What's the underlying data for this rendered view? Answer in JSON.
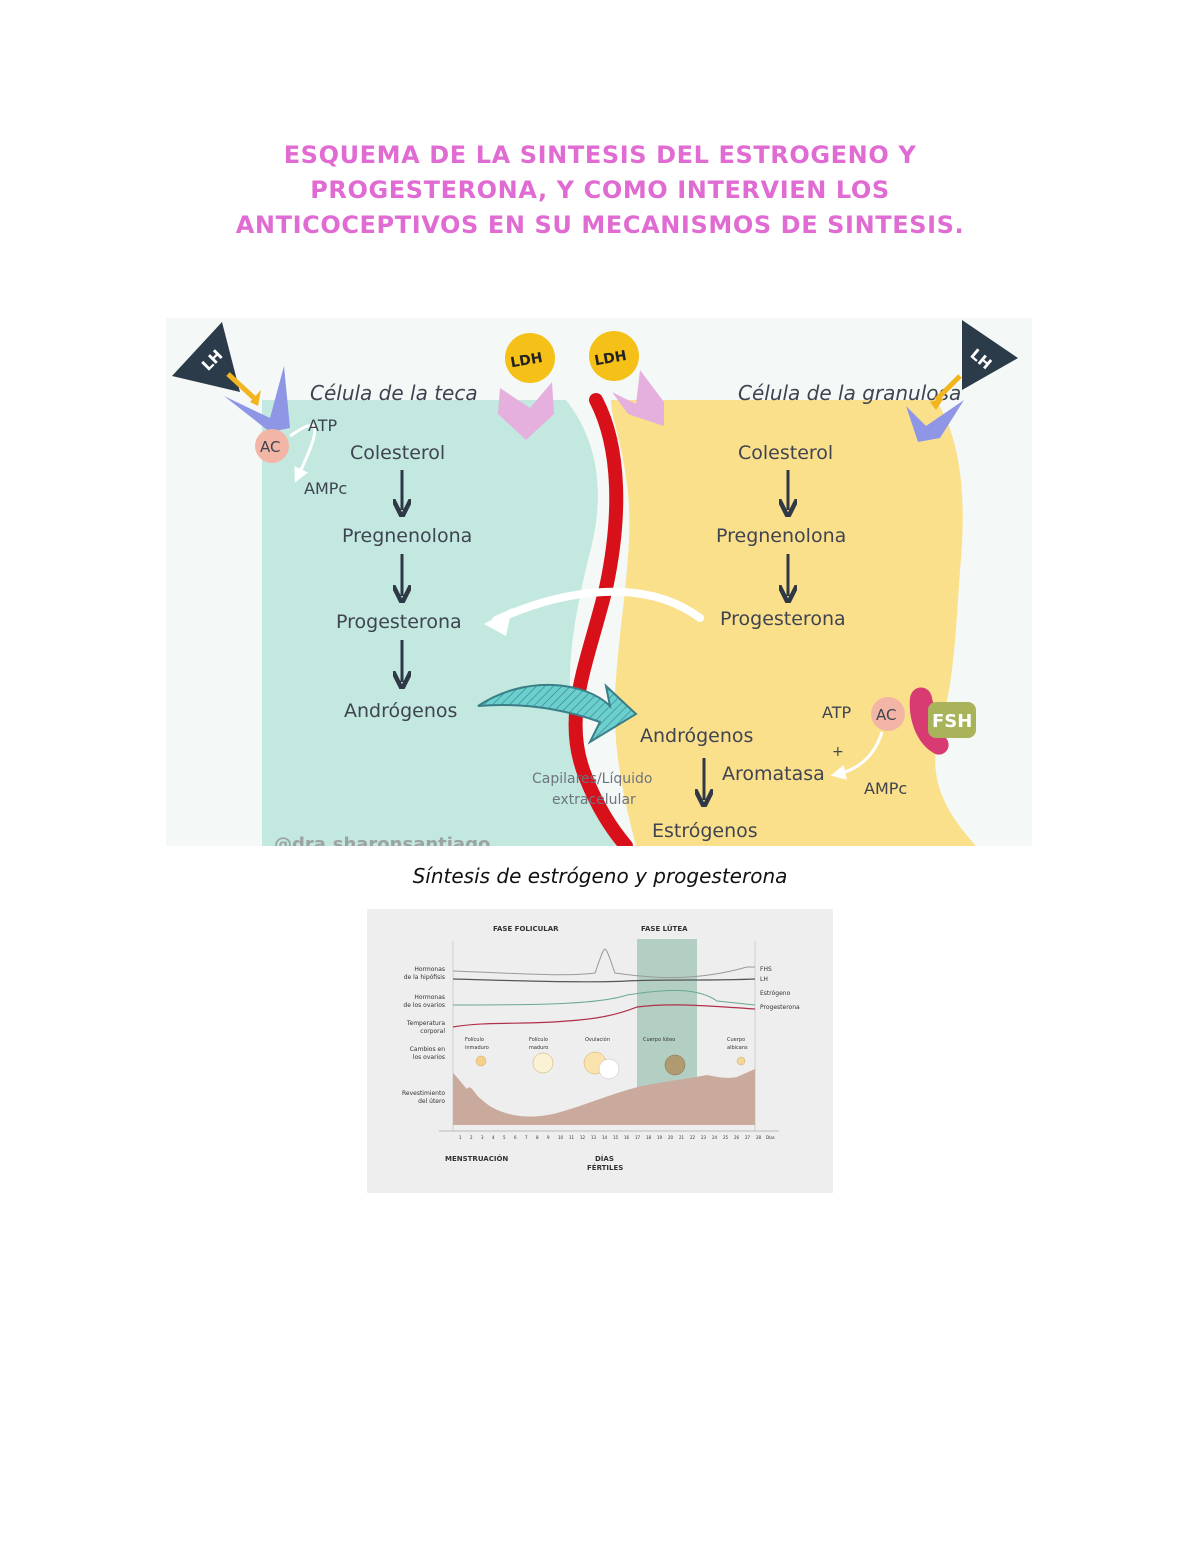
{
  "document": {
    "title_lines": [
      "ESQUEMA DE LA SINTESIS DEL ESTROGENO Y",
      "PROGESTERONA, Y COMO INTERVIEN LOS",
      "ANTICOCEPTIVOS EN SU MECANISMOS DE SINTESIS."
    ],
    "caption": "Síntesis de estrógeno y progesterona"
  },
  "figure1": {
    "theca_title": "Célula de la teca",
    "granulosa_title": "Célula de la granulosa",
    "lh_label": "LH",
    "ldh_label": "LDH",
    "fsh_label": "FSH",
    "ac_label": "AC",
    "atp_label": "ATP",
    "ampc_label": "AMPc",
    "plus_sign": "+",
    "theca_steps": [
      "Colesterol",
      "Pregnenolona",
      "Progesterona",
      "Andrógenos"
    ],
    "granulosa_steps": [
      "Colesterol",
      "Pregnenolona",
      "Progesterona"
    ],
    "androgens_label": "Andrógenos",
    "aromatase_label": "Aromatasa",
    "estrogens_label": "Estrógenos",
    "capillary_label_1": "Capilares/Líquido",
    "capillary_label_2": "extracelular",
    "watermark": "@dra.sharonsantiago",
    "colors": {
      "theca": "#c2e8df",
      "granulosa": "#fbe08c",
      "capillary": "#d8101a",
      "ldh": "#f5c018",
      "lh": "#2c3b4a",
      "fsh": "#a9b45a"
    }
  },
  "figure2": {
    "phase_follicular": "FASE FOLICULAR",
    "phase_luteal": "FASE LÚTEA",
    "row_labels": [
      [
        "Hormonas",
        "de la hipófisis"
      ],
      [
        "Hormonas",
        "de los ovarios"
      ],
      [
        "Temperatura",
        "corporal"
      ],
      [
        "Cambios en",
        "los ovarios"
      ],
      [
        "Revestimiento",
        "del útero"
      ]
    ],
    "legend": [
      "FHS",
      "LH",
      "Estrógeno",
      "Progesterona"
    ],
    "ovary_stages": [
      [
        "Folículo",
        "inmaduro"
      ],
      [
        "Folículo",
        "maduro"
      ],
      [
        "Ovulación",
        ""
      ],
      [
        "Cuerpo lúteo",
        ""
      ],
      [
        "Cuerpo",
        "albicans"
      ]
    ],
    "days": [
      "1",
      "2",
      "3",
      "4",
      "5",
      "6",
      "7",
      "8",
      "9",
      "10",
      "11",
      "12",
      "13",
      "14",
      "15",
      "16",
      "17",
      "18",
      "19",
      "20",
      "21",
      "22",
      "23",
      "24",
      "25",
      "26",
      "27",
      "28"
    ],
    "days_unit": "Días",
    "menstruation_label": "MENSTRUACIÓN",
    "fertile_label_1": "DÍAS",
    "fertile_label_2": "FÉRTILES"
  }
}
